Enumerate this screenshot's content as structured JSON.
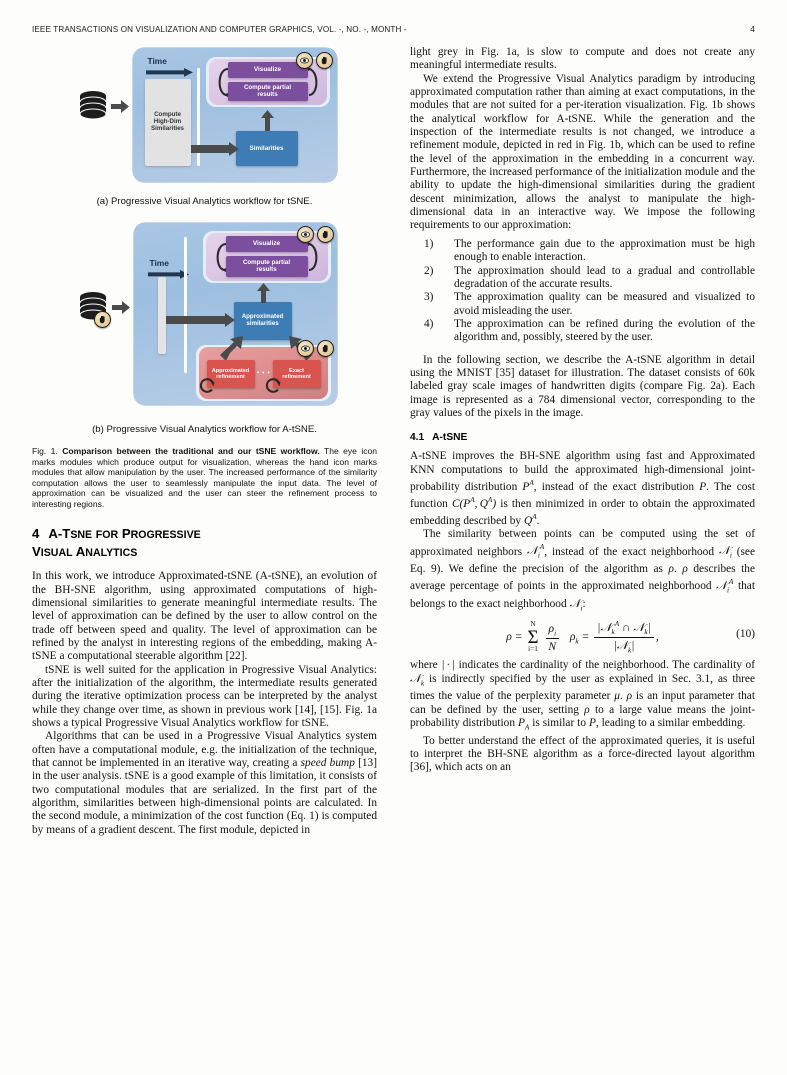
{
  "runhead": {
    "journal": "IEEE TRANSACTIONS ON VISUALIZATION AND COMPUTER GRAPHICS, VOL. -, NO. -, MONTH -",
    "page": "4"
  },
  "figure": {
    "subfig_a": {
      "caption": "(a) Progressive Visual Analytics workflow for tSNE.",
      "time_label": "Time",
      "modules": {
        "compute_high_dim": "Compute\nHigh-Dim\nSimilarities",
        "visualize": "Visualize",
        "compute_partial": "Compute partial\nresults",
        "similarities": "Similarities"
      },
      "icons": [
        "eye-icon",
        "hand-icon"
      ]
    },
    "subfig_b": {
      "caption": "(b) Progressive Visual Analytics workflow for A-tSNE.",
      "time_label": "Time",
      "modules": {
        "visualize": "Visualize",
        "compute_partial": "Compute partial\nresults",
        "approximated_similarities": "Approximated\nsimilarities",
        "approximated_refinement": "Approximated\nrefinement",
        "exact_refinement": "Exact\nrefinement",
        "ellipsis": "• • •"
      },
      "icons": [
        "eye-icon",
        "hand-icon"
      ]
    },
    "caption_label": "Fig. 1.",
    "caption_bold": "Comparison between the traditional and our tSNE workflow.",
    "caption_rest": "The eye icon marks modules which produce output for visualization, whereas the hand icon marks modules that allow manipulation by the user. The increased performance of the similarity computation allows the user to seamlessly manipulate the input data. The level of approximation can be visualized and the user can steer the refinement process to interesting regions."
  },
  "section4": {
    "number": "4",
    "title_line1_a": "A-",
    "title_line1_b": "T",
    "title_line1_c": "SNE",
    "title_line1_d": "FOR",
    "title_line1_e": "P",
    "title_line1_f": "ROGRESSIVE",
    "title_line2_a": "V",
    "title_line2_b": "ISUAL",
    "title_line2_c": "A",
    "title_line2_d": "NALYTICS",
    "p1": "In this work, we introduce Approximated-tSNE (A-tSNE), an evolution of the BH-SNE algorithm, using approximated computations of high-dimensional similarities to generate meaningful intermediate results. The level of approximation can be defined by the user to allow control on the trade off between speed and quality. The level of approximation can be refined by the analyst in interesting regions of the embedding, making A-tSNE a computational steerable algorithm [22].",
    "p2": "tSNE is well suited for the application in Progressive Visual Analytics: after the initialization of the algorithm, the intermediate results generated during the iterative optimization process can be interpreted by the analyst while they change over time, as shown in previous work [14], [15]. Fig. 1a shows a typical Progressive Visual Analytics workflow for tSNE.",
    "p3_pre": "Algorithms that can be used in a Progressive Visual Analytics system often have a computational module, e.g. the initialization of the technique, that cannot be implemented in an iterative way, creating a ",
    "p3_italic": "speed bump",
    "p3_post": " [13] in the user analysis. tSNE is a good example of this limitation, it consists of two computational modules that are serialized. In the first part of the algorithm, similarities between high-dimensional points are calculated. In the second module, a minimization of the cost function (Eq. 1) is computed by means of a gradient descent. The first module, depicted in"
  },
  "right_column": {
    "p0": "light grey in Fig. 1a, is slow to compute and does not create any meaningful intermediate results.",
    "p1": "We extend the Progressive Visual Analytics paradigm by introducing approximated computation rather than aiming at exact computations, in the modules that are not suited for a per-iteration visualization. Fig. 1b shows the analytical workflow for A-tSNE. While the generation and the inspection of the intermediate results is not changed, we introduce a refinement module, depicted in red in Fig. 1b, which can be used to refine the level of the approximation in the embedding in a concurrent way. Furthermore, the increased performance of the initialization module and the ability to update the high-dimensional similarities during the gradient descent minimization, allows the analyst to manipulate the high-dimensional data in an interactive way. We impose the following requirements to our approximation:",
    "requirements": [
      {
        "marker": "1)",
        "text": "The performance gain due to the approximation must be high enough to enable interaction."
      },
      {
        "marker": "2)",
        "text": "The approximation should lead to a gradual and controllable degradation of the accurate results."
      },
      {
        "marker": "3)",
        "text": "The approximation quality can be measured and visualized to avoid misleading the user."
      },
      {
        "marker": "4)",
        "text": "The approximation can be refined during the evolution of the algorithm and, possibly, steered by the user."
      }
    ],
    "p2": "In the following section, we describe the A-tSNE algorithm in detail using the MNIST [35] dataset for illustration. The dataset consists of 60k labeled gray scale images of handwritten digits (compare Fig. 2a). Each image is represented as a 784 dimensional vector, corresponding to the gray values of the pixels in the image.",
    "subsection": {
      "number": "4.1",
      "title": "A-tSNE"
    },
    "p3_a": "A-tSNE improves the BH-SNE algorithm using fast and Approximated KNN computations to build the approximated high-dimensional joint-probability distribution ",
    "p3_b": ", instead of the exact distribution ",
    "p3_c": ". The cost function ",
    "p3_d": " is then minimized in order to obtain the approximated embedding described by ",
    "p3_e": ".",
    "p4_a": "The similarity between points can be computed using the set of approximated neighbors ",
    "p4_b": ", instead of the exact neighborhood ",
    "p4_c": " (see Eq. 9). We define the precision of the algorithm as ",
    "p4_d": ". ",
    "p4_e": " describes the average percentage of points in the approximated neighborhood ",
    "p4_f": " that belongs to the exact neighborhood ",
    "p4_g": ":",
    "equation": {
      "number": "(10)",
      "latex": "\\rho = \\sum_{i=1}^{N} \\frac{\\rho_i}{N} \\quad \\rho_k = \\frac{|\\mathcal{N}_k^A \\cap \\mathcal{N}_k|}{|\\mathcal{N}_k|},"
    },
    "p5_a": "where ",
    "p5_b": " indicates the cardinality of the neighborhood. The cardinality of ",
    "p5_c": " is indirectly specified by the user as explained in Sec. 3.1, as three times the value of the perplexity parameter ",
    "p5_d": ". ",
    "p5_e": " is an input parameter that can be defined by the user, setting ",
    "p5_f": " to a large value means the joint-probability distribution ",
    "p5_g": " is similar to ",
    "p5_h": ", leading to a similar embedding.",
    "p6": "To better understand the effect of the approximated queries, it is useful to interpret the BH-SNE algorithm as a force-directed layout algorithm [36], which acts on an"
  }
}
